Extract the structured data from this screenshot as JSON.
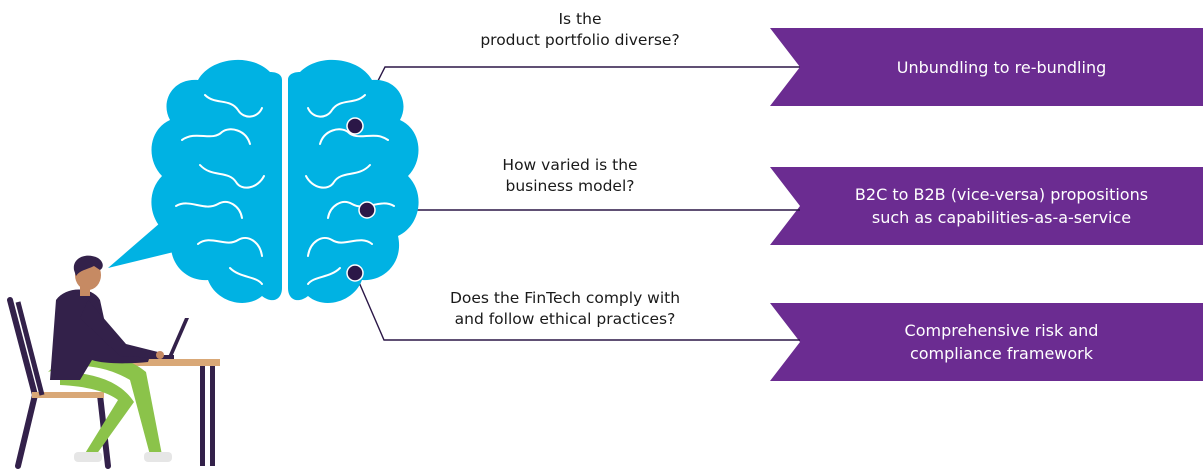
{
  "colors": {
    "brain": "#00b2e3",
    "brain_lines": "#ffffff",
    "connector_dot": "#2b1747",
    "answer_bg": "#6b2c91",
    "shirt": "#33214a",
    "pants": "#8bc34a",
    "chair": "#33214a",
    "desk": "#d9a877"
  },
  "items": [
    {
      "question": "Is the\nproduct portfolio diverse?",
      "answer": "Unbundling to re-bundling"
    },
    {
      "question": "How varied is the\nbusiness model?",
      "answer": "B2C to B2B (vice-versa) propositions\nsuch as capabilities-as-a-service"
    },
    {
      "question": "Does the FinTech comply with\nand follow ethical practices?",
      "answer": "Comprehensive risk and\ncompliance framework"
    }
  ],
  "icons": {
    "brain": "brain-icon",
    "person": "person-at-laptop-illustration"
  }
}
